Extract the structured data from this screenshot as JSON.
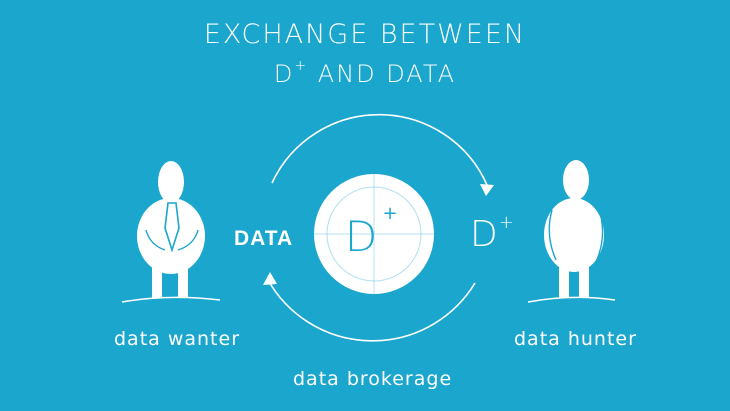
{
  "title": {
    "line1": "EXCHANGE BETWEEN",
    "line2_main": "D",
    "line2_sup": "+",
    "line2_rest": " AND DATA"
  },
  "cycle": {
    "left_label": "DATA",
    "right_main": "D",
    "right_sup": "+",
    "center_main": "D",
    "center_sup": "+"
  },
  "actors": {
    "left": "data wanter",
    "right": "data hunter"
  },
  "bottom_label": "data brokerage",
  "colors": {
    "background": "#1aa6cd",
    "foreground": "#ffffff",
    "accent": "#1aa6cd"
  }
}
